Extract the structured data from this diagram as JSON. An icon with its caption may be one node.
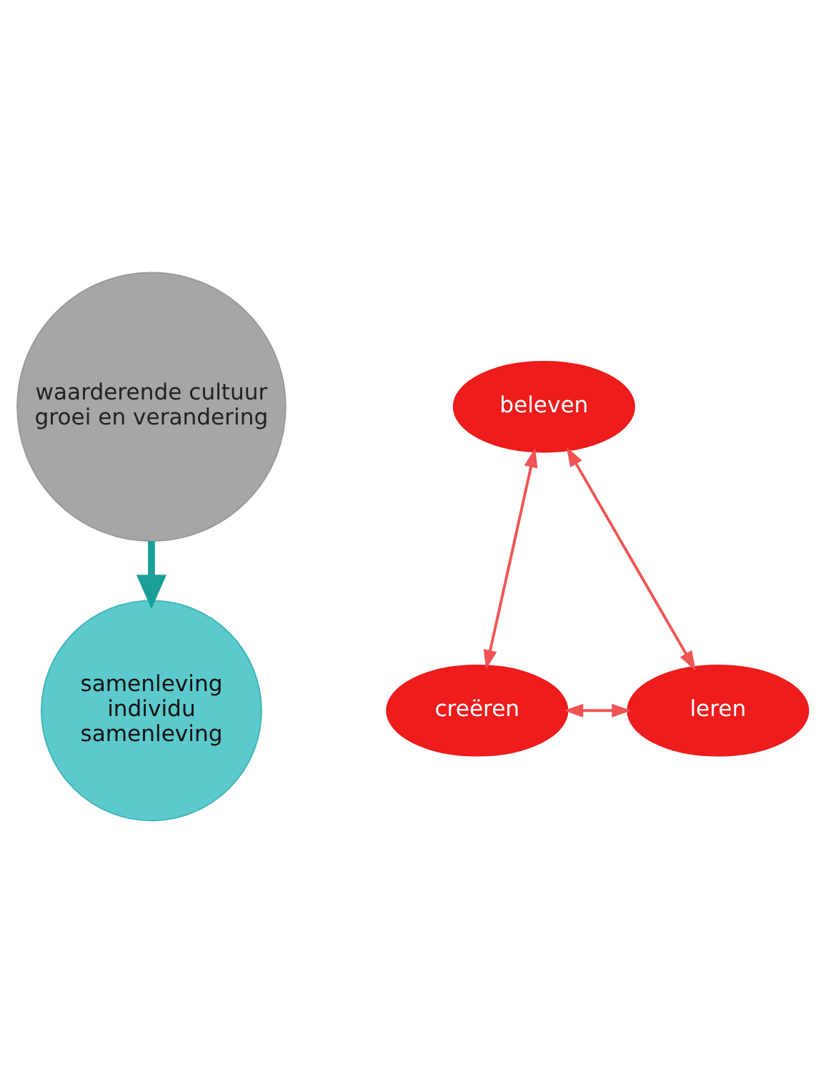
{
  "diagram": {
    "nodes": [
      {
        "text": [
          "samenleving",
          "individu",
          "samenleving"
        ]
      },
      {
        "text": [
          "waarderende cultuur",
          "groei en verandering"
        ]
      },
      {
        "text": [
          "beleven"
        ]
      },
      {
        "text": [
          "creëren"
        ]
      },
      {
        "text": [
          "leren"
        ]
      }
    ],
    "edges": [
      {
        "from": 1,
        "to": 0,
        "arrow": "to",
        "style": "thick",
        "color": "#1a9e9a"
      },
      {
        "from": 2,
        "to": 3,
        "arrow": "both"
      },
      {
        "from": 3,
        "to": 4,
        "arrow": "both"
      },
      {
        "from": 4,
        "to": 2,
        "arrow": "both"
      }
    ]
  }
}
